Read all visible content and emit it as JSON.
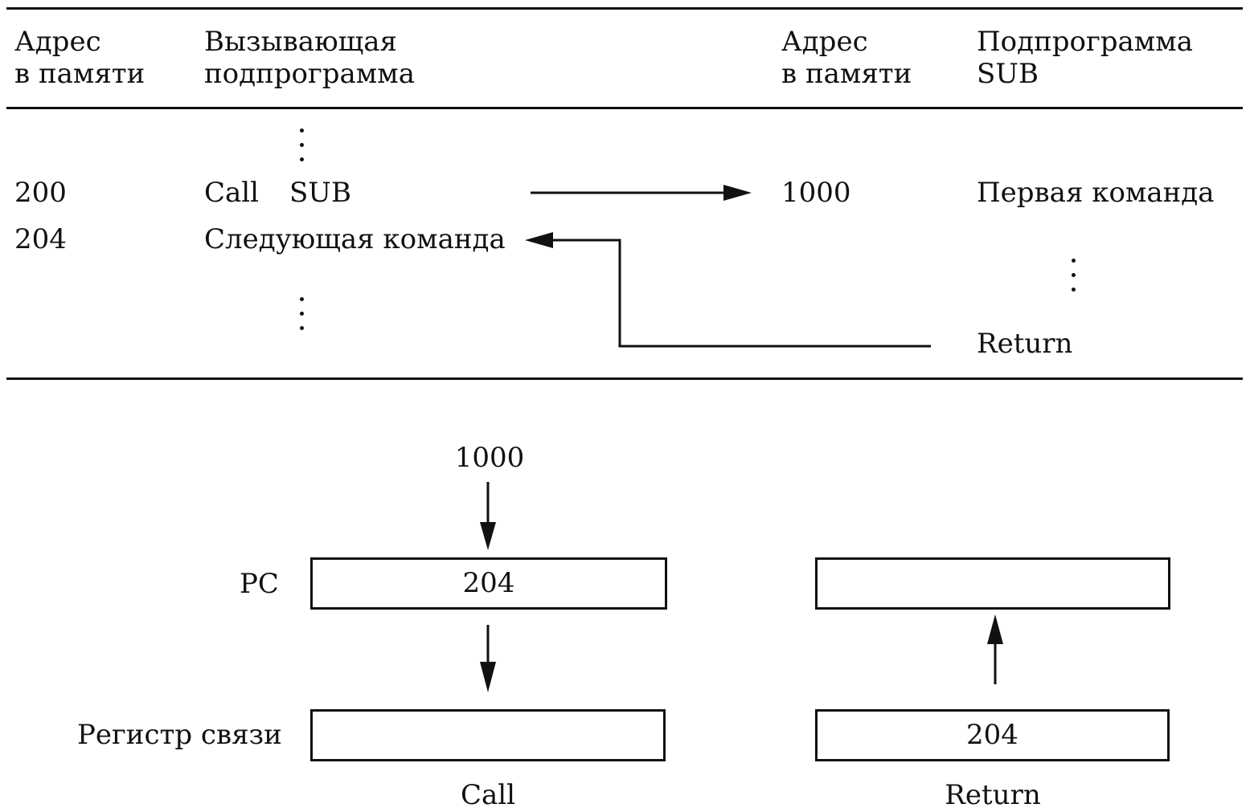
{
  "table": {
    "headers": {
      "addr_left_1": "Адрес",
      "addr_left_2": "в памяти",
      "caller_1": "Вызывающая",
      "caller_2": "подпрограмма",
      "addr_right_1": "Адрес",
      "addr_right_2": "в памяти",
      "sub_1": "Подпрограмма",
      "sub_2": "SUB"
    },
    "caller_rows": [
      {
        "address": "200",
        "op": "Call",
        "arg": "SUB"
      },
      {
        "address": "204",
        "text": "Следующая команда"
      }
    ],
    "sub_rows": [
      {
        "address": "1000",
        "text": "Первая команда"
      },
      {
        "text": "Return"
      }
    ]
  },
  "registers": {
    "call": {
      "input_value": "1000",
      "pc_label": "PC",
      "pc_value": "204",
      "link_label": "Регистр связи",
      "link_value": "",
      "caption": "Call"
    },
    "return": {
      "pc_value": "",
      "link_value": "204",
      "caption": "Return"
    }
  }
}
